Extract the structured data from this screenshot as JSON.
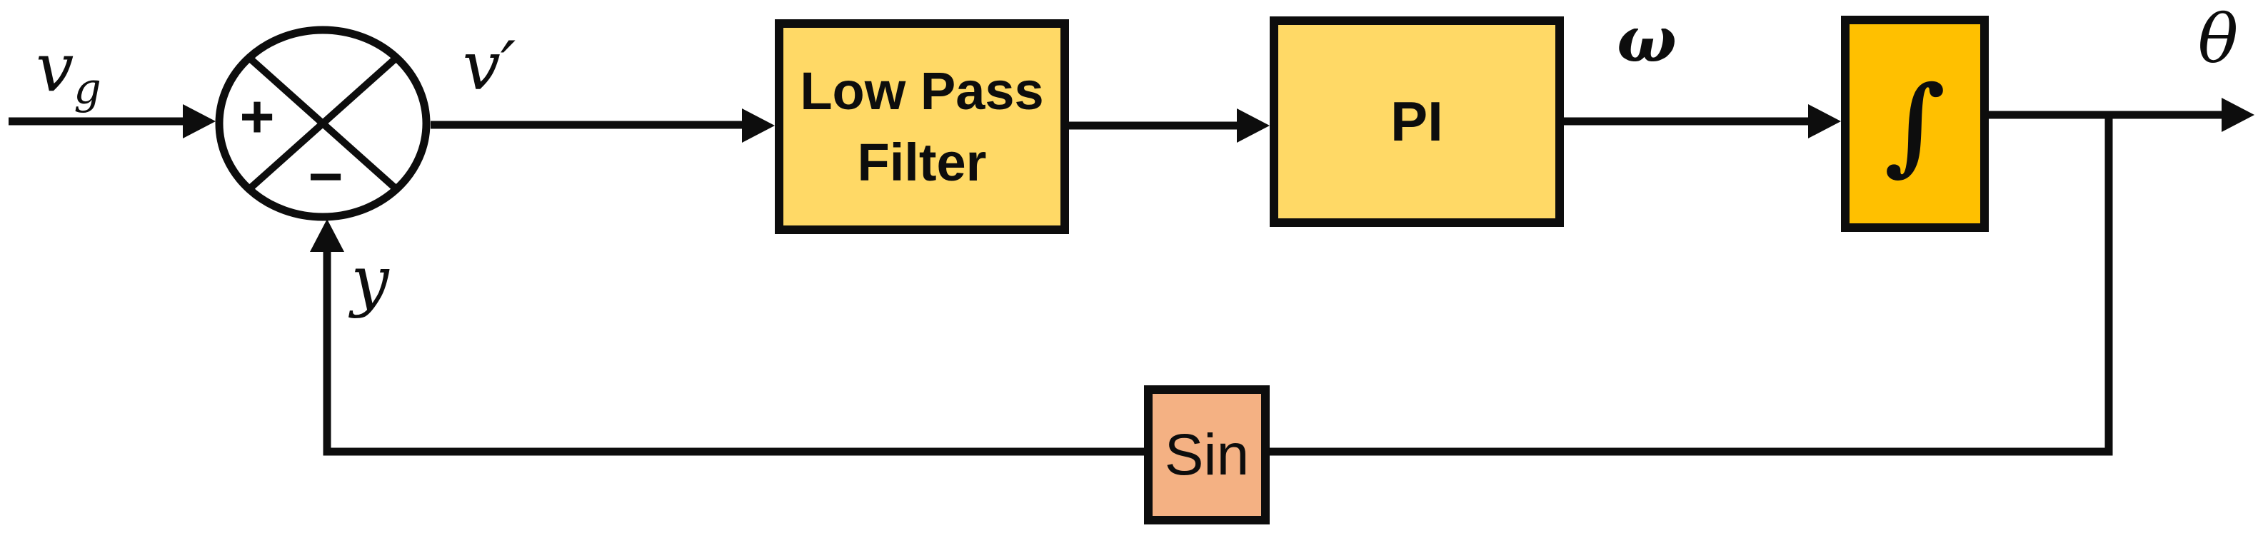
{
  "diagram": {
    "background_color": "#ffffff",
    "line_color": "#0d0d0d",
    "signals": {
      "input_base": "v",
      "input_subscript": "g",
      "error_base": "v",
      "error_prime": "′",
      "omega": "ω",
      "theta": "θ",
      "feedback": "y"
    },
    "summing_junction": {
      "plus_sign": "+",
      "minus_sign": "−"
    },
    "blocks": {
      "low_pass_filter": {
        "label_line1": "Low Pass",
        "label_line2": "Filter",
        "fill_color": "#FFD966"
      },
      "pi_controller": {
        "label": "PI",
        "fill_color": "#FFD966"
      },
      "integrator": {
        "label": "∫",
        "fill_color": "#FFC000"
      },
      "sin_feedback": {
        "label": "Sin",
        "fill_color": "#F4B183"
      }
    }
  }
}
